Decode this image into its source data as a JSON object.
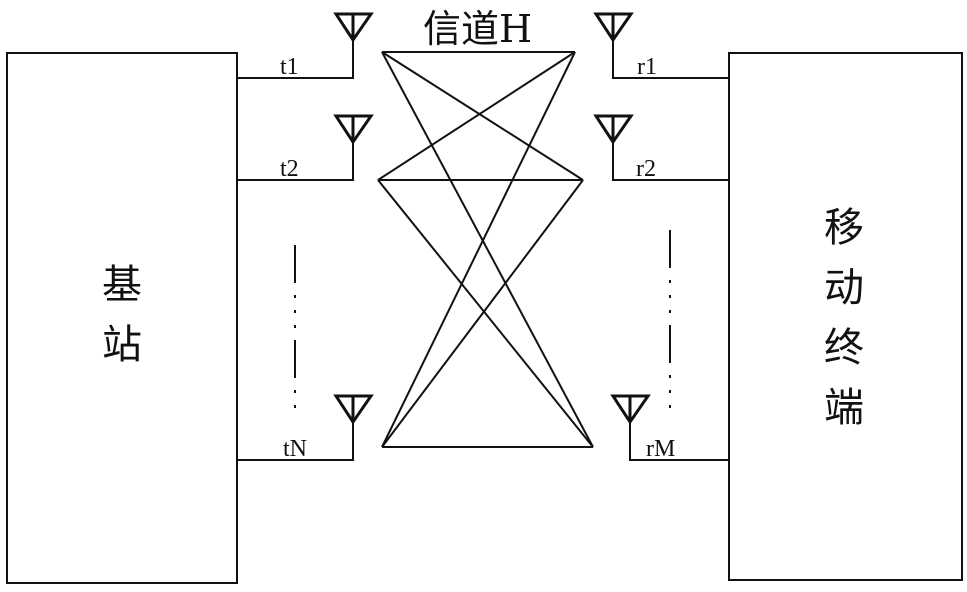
{
  "title": "信道H",
  "base_station": "基站",
  "mobile_terminal": "移动终端",
  "tx_labels": [
    "t1",
    "t2",
    "tN"
  ],
  "rx_labels": [
    "r1",
    "r2",
    "rM"
  ]
}
